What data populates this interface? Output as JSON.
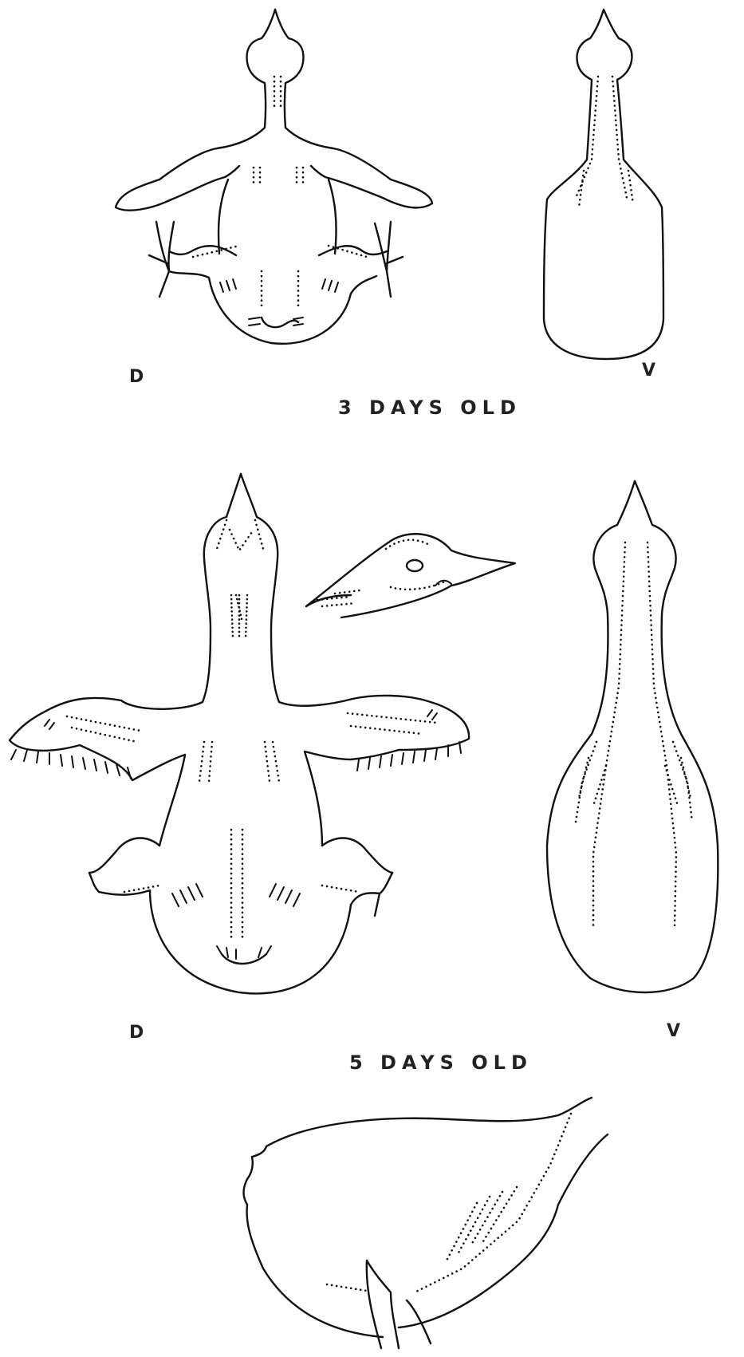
{
  "labels": {
    "d1": "D",
    "v1": "V",
    "caption1": "3 DAYS OLD",
    "d2": "D",
    "v2": "V",
    "caption2": "5 DAYS OLD"
  }
}
